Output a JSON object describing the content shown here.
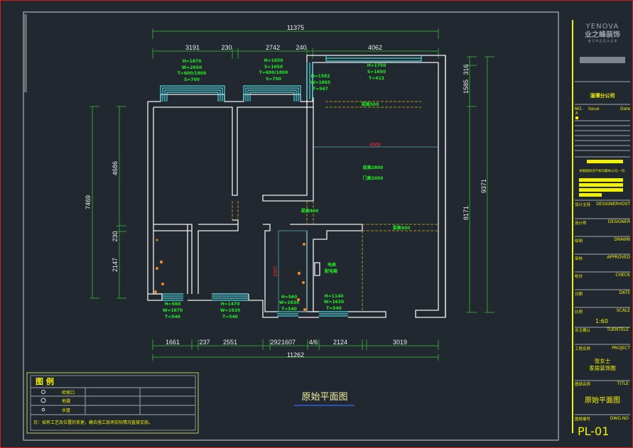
{
  "drawing_title": "原始平面图",
  "dims": {
    "top_total": "11375",
    "top": [
      "3191",
      "230",
      "2742",
      "240",
      "4062"
    ],
    "bottom": [
      "1661",
      "237",
      "2551",
      "292",
      "1607",
      "4/6",
      "2124",
      "3019"
    ],
    "bottom_total": "11262",
    "left_total": "7469",
    "left": [
      "4686",
      "230",
      "2147"
    ],
    "right_small": [
      "316",
      "1585"
    ],
    "right_mid": "8171",
    "right_total": "9371",
    "red_h": "4969",
    "red_v": "2397"
  },
  "window_labels": {
    "w1": [
      "H=1870",
      "W=2650",
      "T=600/1800",
      "S=700"
    ],
    "w2": [
      "H=1650",
      "S=1650",
      "T=600/1800",
      "S=700"
    ],
    "w3": [
      "H=1582",
      "W=1865",
      "T=567"
    ],
    "w4": [
      "H=1750",
      "S=1650",
      "T=413"
    ],
    "w5": [
      "H=560",
      "W=1670",
      "T=540"
    ],
    "w6": [
      "H=1470",
      "W=1630",
      "T=540"
    ],
    "w7": [
      "H=560",
      "W=1630",
      "T=540"
    ],
    "w8": [
      "H=1140",
      "W=1630",
      "T=540"
    ],
    "beam1": "梁高500",
    "beam2": "梁高400",
    "room1": "层高2800",
    "room2": "门高2050",
    "beam3": "梁高400",
    "meter1": "电表",
    "meter2": "配电箱"
  },
  "legend": {
    "title": "图  例",
    "items": [
      "检修口",
      "地漏",
      "水管"
    ],
    "note": "另：如有工艺及位置的变更，确合施工现场实际情况直接交底。"
  },
  "title_block": {
    "brand": "YENOVA",
    "brand_cn": "业之峰装饰",
    "slogan": "道 可 作 品 设 计 品 质",
    "branch": "淄博分公司",
    "rev_no": "NO.",
    "rev_issue": "Issue",
    "rev_date": "Date",
    "rev_a": "A",
    "notice": "本图纸知识产权归属本公司,一切",
    "rows": [
      {
        "cn": "设计主持",
        "en": "DESIGNERHOST"
      },
      {
        "cn": "设计师",
        "en": "DESIGNER"
      },
      {
        "cn": "绘制",
        "en": "DRAWN"
      },
      {
        "cn": "审核",
        "en": "APPROVED"
      },
      {
        "cn": "校对",
        "en": "CHECK"
      },
      {
        "cn": "日期",
        "en": "DATE"
      },
      {
        "cn": "比例",
        "en": "SCALE"
      }
    ],
    "scale": "1:60",
    "owner_cn": "业主确认",
    "owner_en": "TUENTELE",
    "project_cn": "工程名称",
    "project_en": "PROJECT",
    "project_l1": "张女士",
    "project_l2": "家居装饰图",
    "title_cn": "图纸名称",
    "title_en": "TITLE",
    "title_val": "原始平面图",
    "dwg_cn": "图纸编号",
    "dwg_en": "DWG.NO",
    "dwg_no": "PL-01"
  },
  "colors": {
    "bg": "#212830",
    "accent": "#f2f200",
    "dims": "#2fa02f",
    "window": "#4fd8e0",
    "wall": "#f2f2f2"
  }
}
